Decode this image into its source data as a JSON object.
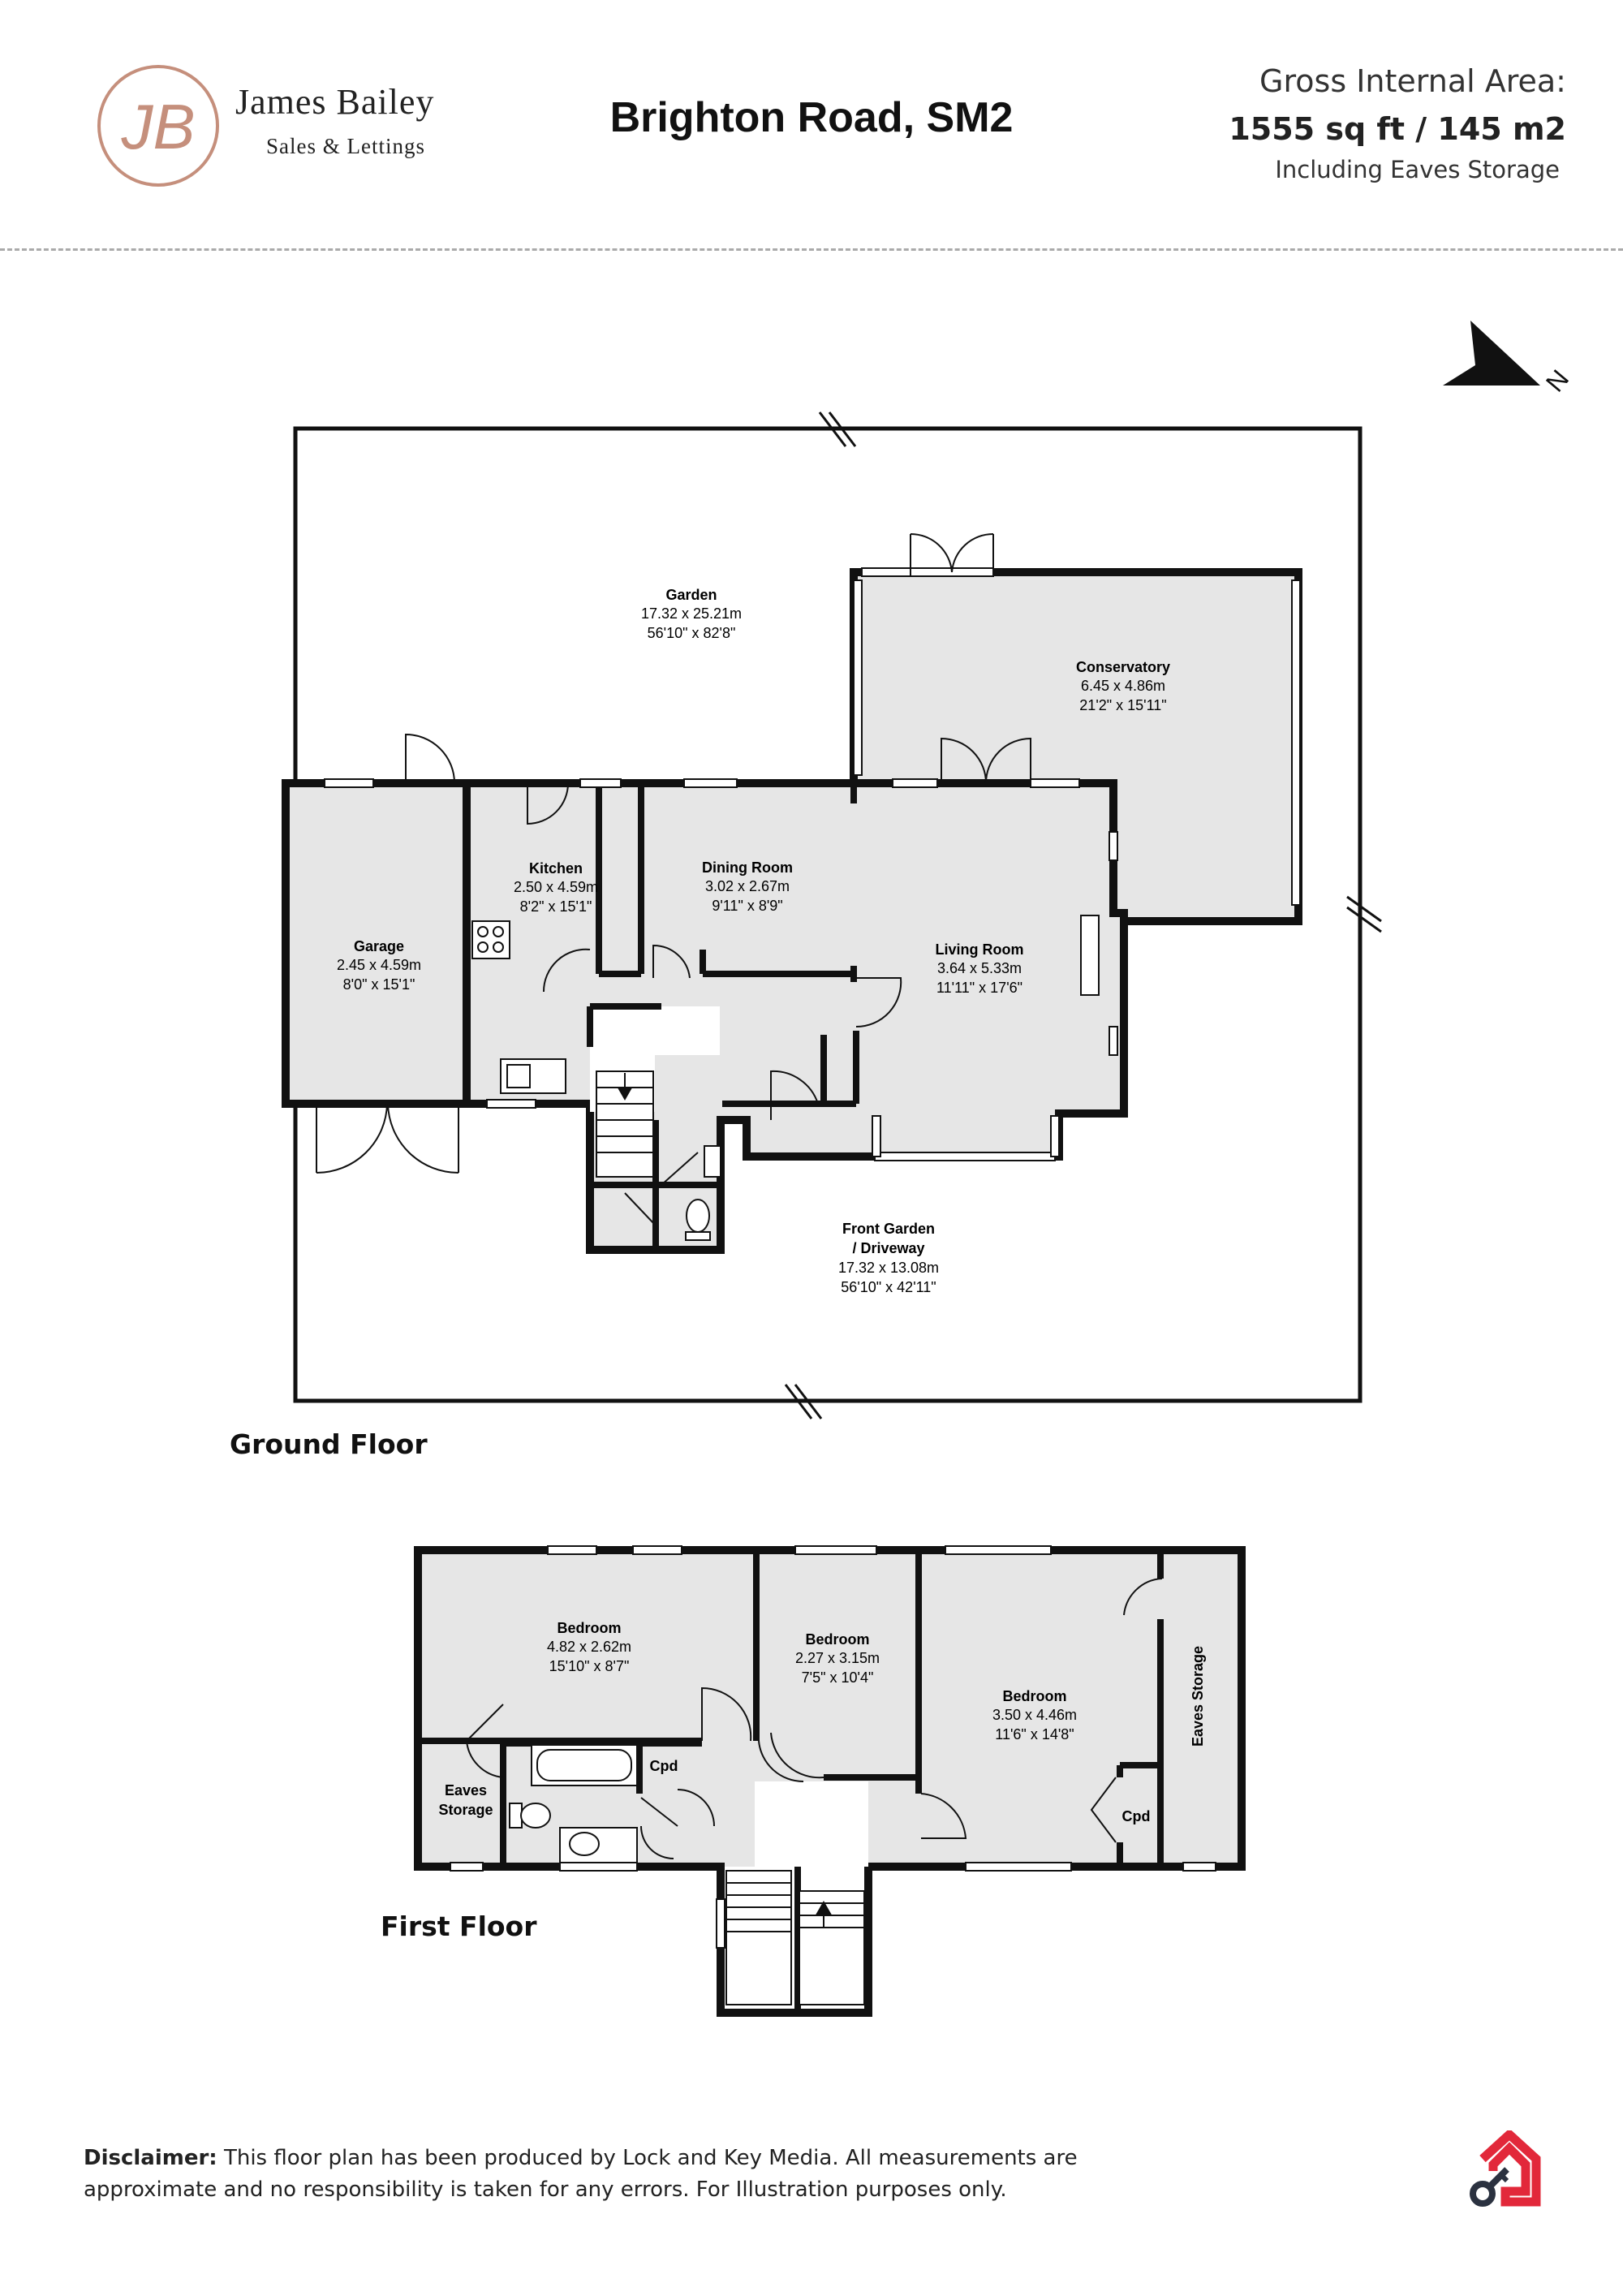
{
  "brand": {
    "monogram": "JB",
    "name": "James Bailey",
    "tagline": "Sales & Lettings"
  },
  "title": "Brighton Road, SM2",
  "gross_area": {
    "label": "Gross Internal Area:",
    "value": "1555 sq ft / 145 m2",
    "note": "Including Eaves Storage"
  },
  "compass": {
    "letter": "N"
  },
  "ground_floor": {
    "label": "Ground Floor",
    "rooms": {
      "garden": {
        "name": "Garden",
        "metric": "17.32 x 25.21m",
        "imperial": "56'10\" x 82'8\""
      },
      "conservatory": {
        "name": "Conservatory",
        "metric": "6.45 x 4.86m",
        "imperial": "21'2\" x 15'11\""
      },
      "kitchen": {
        "name": "Kitchen",
        "metric": "2.50 x 4.59m",
        "imperial": "8'2\" x 15'1\""
      },
      "dining": {
        "name": "Dining Room",
        "metric": "3.02 x 2.67m",
        "imperial": "9'11\" x 8'9\""
      },
      "garage": {
        "name": "Garage",
        "metric": "2.45 x 4.59m",
        "imperial": "8'0\" x 15'1\""
      },
      "living": {
        "name": "Living Room",
        "metric": "3.64 x 5.33m",
        "imperial": "11'11\" x 17'6\""
      },
      "front": {
        "name_line1": "Front Garden",
        "name_line2": "/ Driveway",
        "metric": "17.32 x 13.08m",
        "imperial": "56'10\" x 42'11\""
      }
    }
  },
  "first_floor": {
    "label": "First Floor",
    "rooms": {
      "bed1": {
        "name": "Bedroom",
        "metric": "4.82 x 2.62m",
        "imperial": "15'10\" x 8'7\""
      },
      "bed2": {
        "name": "Bedroom",
        "metric": "2.27 x 3.15m",
        "imperial": "7'5\" x 10'4\""
      },
      "bed3": {
        "name": "Bedroom",
        "metric": "3.50 x 4.46m",
        "imperial": "11'6\" x 14'8\""
      },
      "eaves_left_1": "Eaves",
      "eaves_left_2": "Storage",
      "eaves_right": "Eaves Storage",
      "cpd1": "Cpd",
      "cpd2": "Cpd"
    }
  },
  "disclaimer": {
    "label": "Disclaimer:",
    "text": " This floor plan has been produced by Lock and Key Media. All measurements are approximate and no responsibility is taken for any errors. For Illustration purposes only."
  },
  "colors": {
    "room_fill": "#e6e6e6",
    "wall": "#111111",
    "brand_rose": "#c58f7c",
    "lock_key_red": "#e2283a",
    "lock_key_navy": "#2b3240"
  }
}
